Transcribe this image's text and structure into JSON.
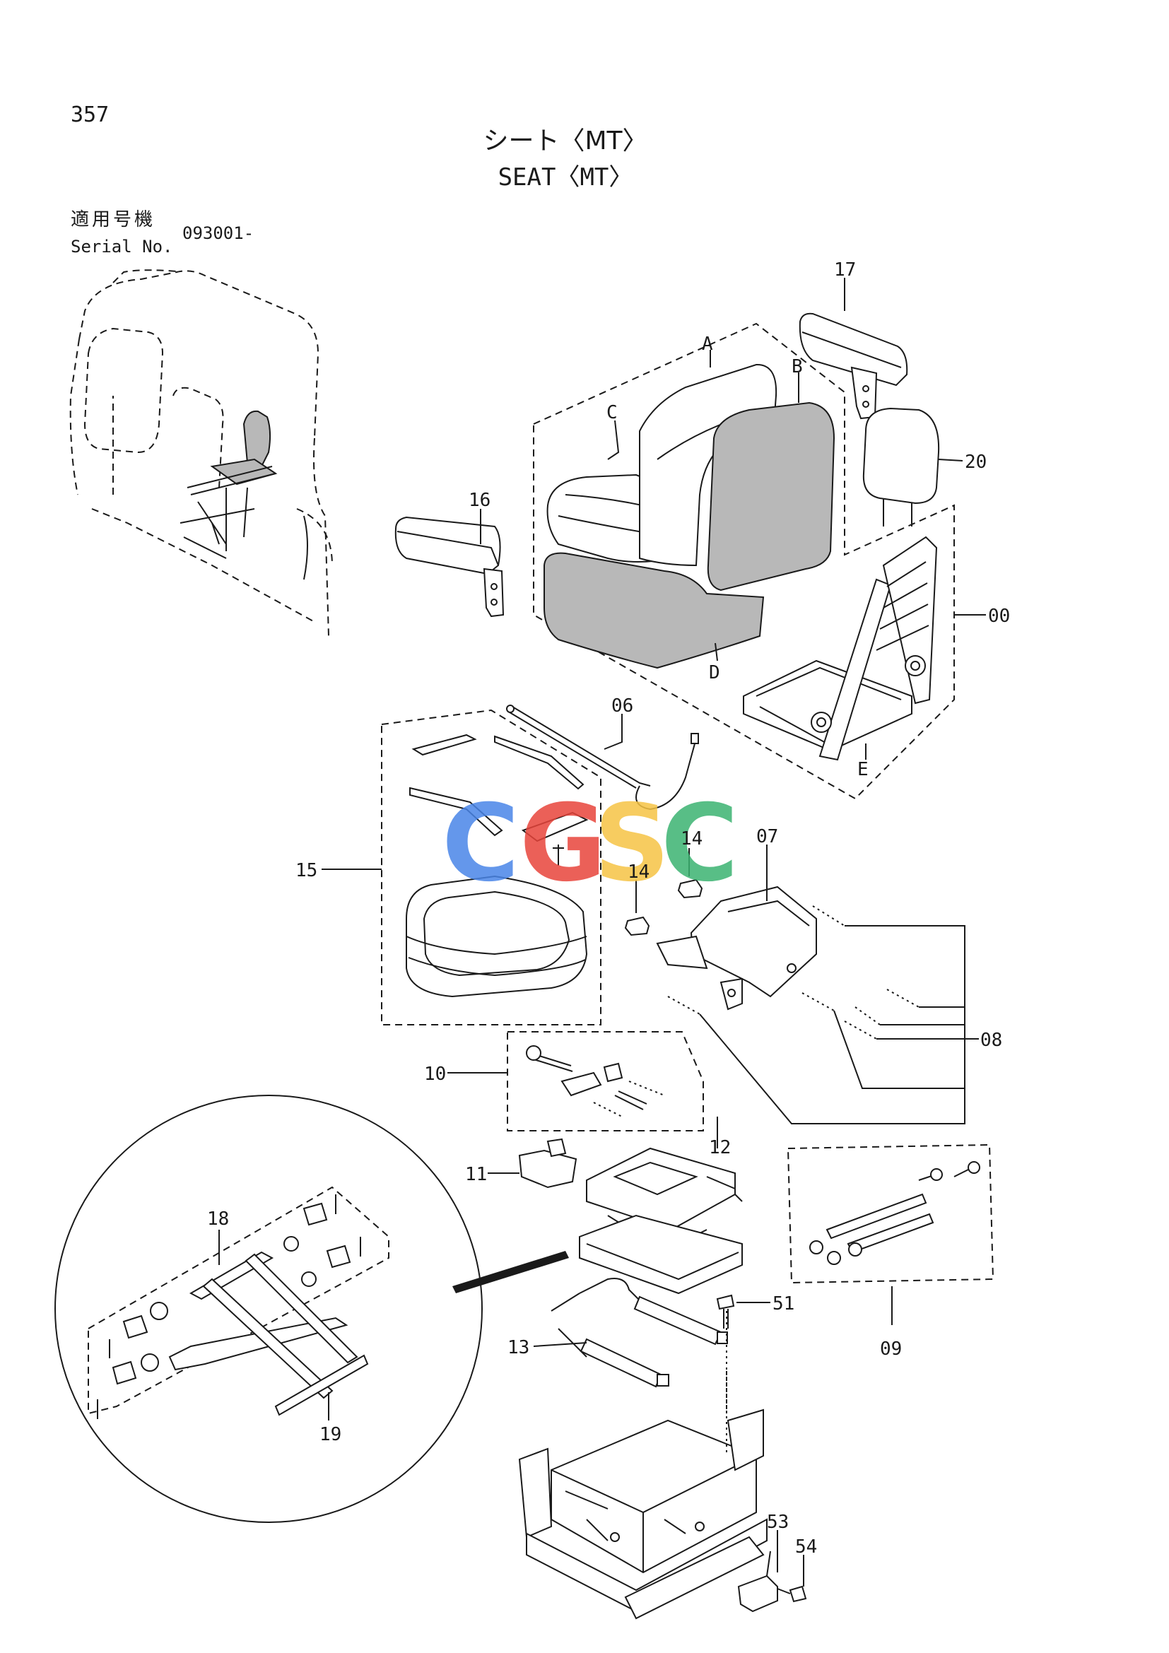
{
  "page_number": "357",
  "title_ja": "シート〈MT〉",
  "title_en": "SEAT〈MT〉",
  "serial": {
    "label_ja": "適用号機",
    "label_en": "Serial No.",
    "value": "093001-"
  },
  "watermark": {
    "letters": [
      "C",
      "G",
      "S",
      "C"
    ],
    "colors": [
      "#4a86e8",
      "#e8453c",
      "#f6c445",
      "#3cb371"
    ]
  },
  "callouts": {
    "a": "A",
    "b": "B",
    "c": "C",
    "d": "D",
    "e": "E",
    "p00": "00",
    "p06": "06",
    "p07": "07",
    "p08": "08",
    "p09": "09",
    "p10": "10",
    "p11": "11",
    "p12": "12",
    "p13": "13",
    "p14a": "14",
    "p14b": "14",
    "p15": "15",
    "p16": "16",
    "p17": "17",
    "p18": "18",
    "p19": "19",
    "p20": "20",
    "p51": "51",
    "p53": "53",
    "p54": "54"
  }
}
